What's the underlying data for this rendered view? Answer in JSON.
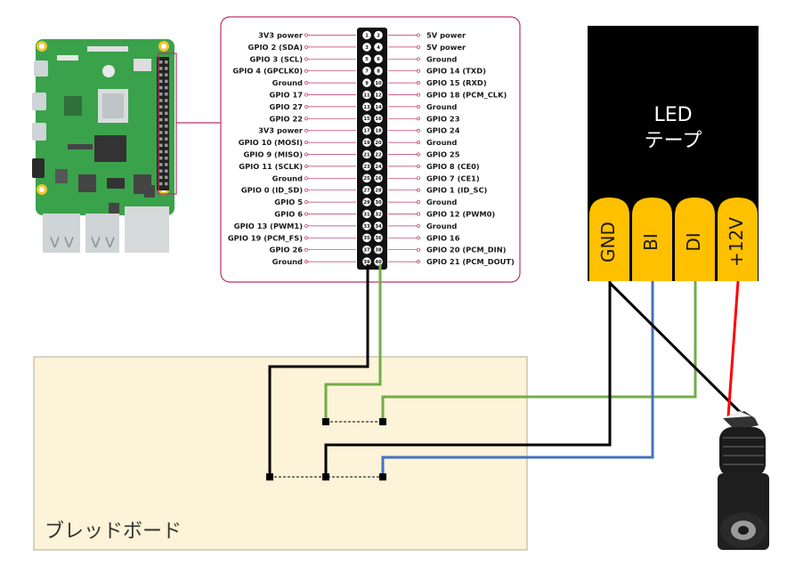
{
  "header": {
    "left_pins": [
      "3V3 power",
      "GPIO 2 (SDA)",
      "GPIO 3 (SCL)",
      "GPIO 4 (GPCLK0)",
      "Ground",
      "GPIO 17",
      "GPIO 27",
      "GPIO 22",
      "3V3 power",
      "GPIO 10 (MOSI)",
      "GPIO 9 (MISO)",
      "GPIO 11 (SCLK)",
      "Ground",
      "GPIO 0 (ID_SD)",
      "GPIO 5",
      "GPIO 6",
      "GPIO 13 (PWM1)",
      "GPIO 19 (PCM_FS)",
      "GPIO 26",
      "Ground"
    ],
    "right_pins": [
      "5V power",
      "5V power",
      "Ground",
      "GPIO 14 (TXD)",
      "GPIO 15 (RXD)",
      "GPIO 18 (PCM_CLK)",
      "Ground",
      "GPIO 23",
      "GPIO 24",
      "Ground",
      "GPIO 25",
      "GPIO 8 (CE0)",
      "GPIO 7 (CE1)",
      "GPIO 1 (ID_SC)",
      "Ground",
      "GPIO 12 (PWM0)",
      "Ground",
      "GPIO 16",
      "GPIO 20 (PCM_DIN)",
      "GPIO 21 (PCM_DOUT)"
    ]
  },
  "led_strip": {
    "title_line1": "LED",
    "title_line2": "テープ",
    "pads": [
      "GND",
      "BI",
      "DI",
      "+12V"
    ]
  },
  "breadboard": {
    "label": "ブレッドボード"
  },
  "colors": {
    "wire_black": "#000000",
    "wire_green": "#70ad47",
    "wire_blue": "#4472c4",
    "wire_red": "#ff0000",
    "pad_yellow": "#ffc000",
    "breadboard_fill": "#fdf3d8",
    "header_border": "#c0306a",
    "board_green": "#3aa24b"
  }
}
